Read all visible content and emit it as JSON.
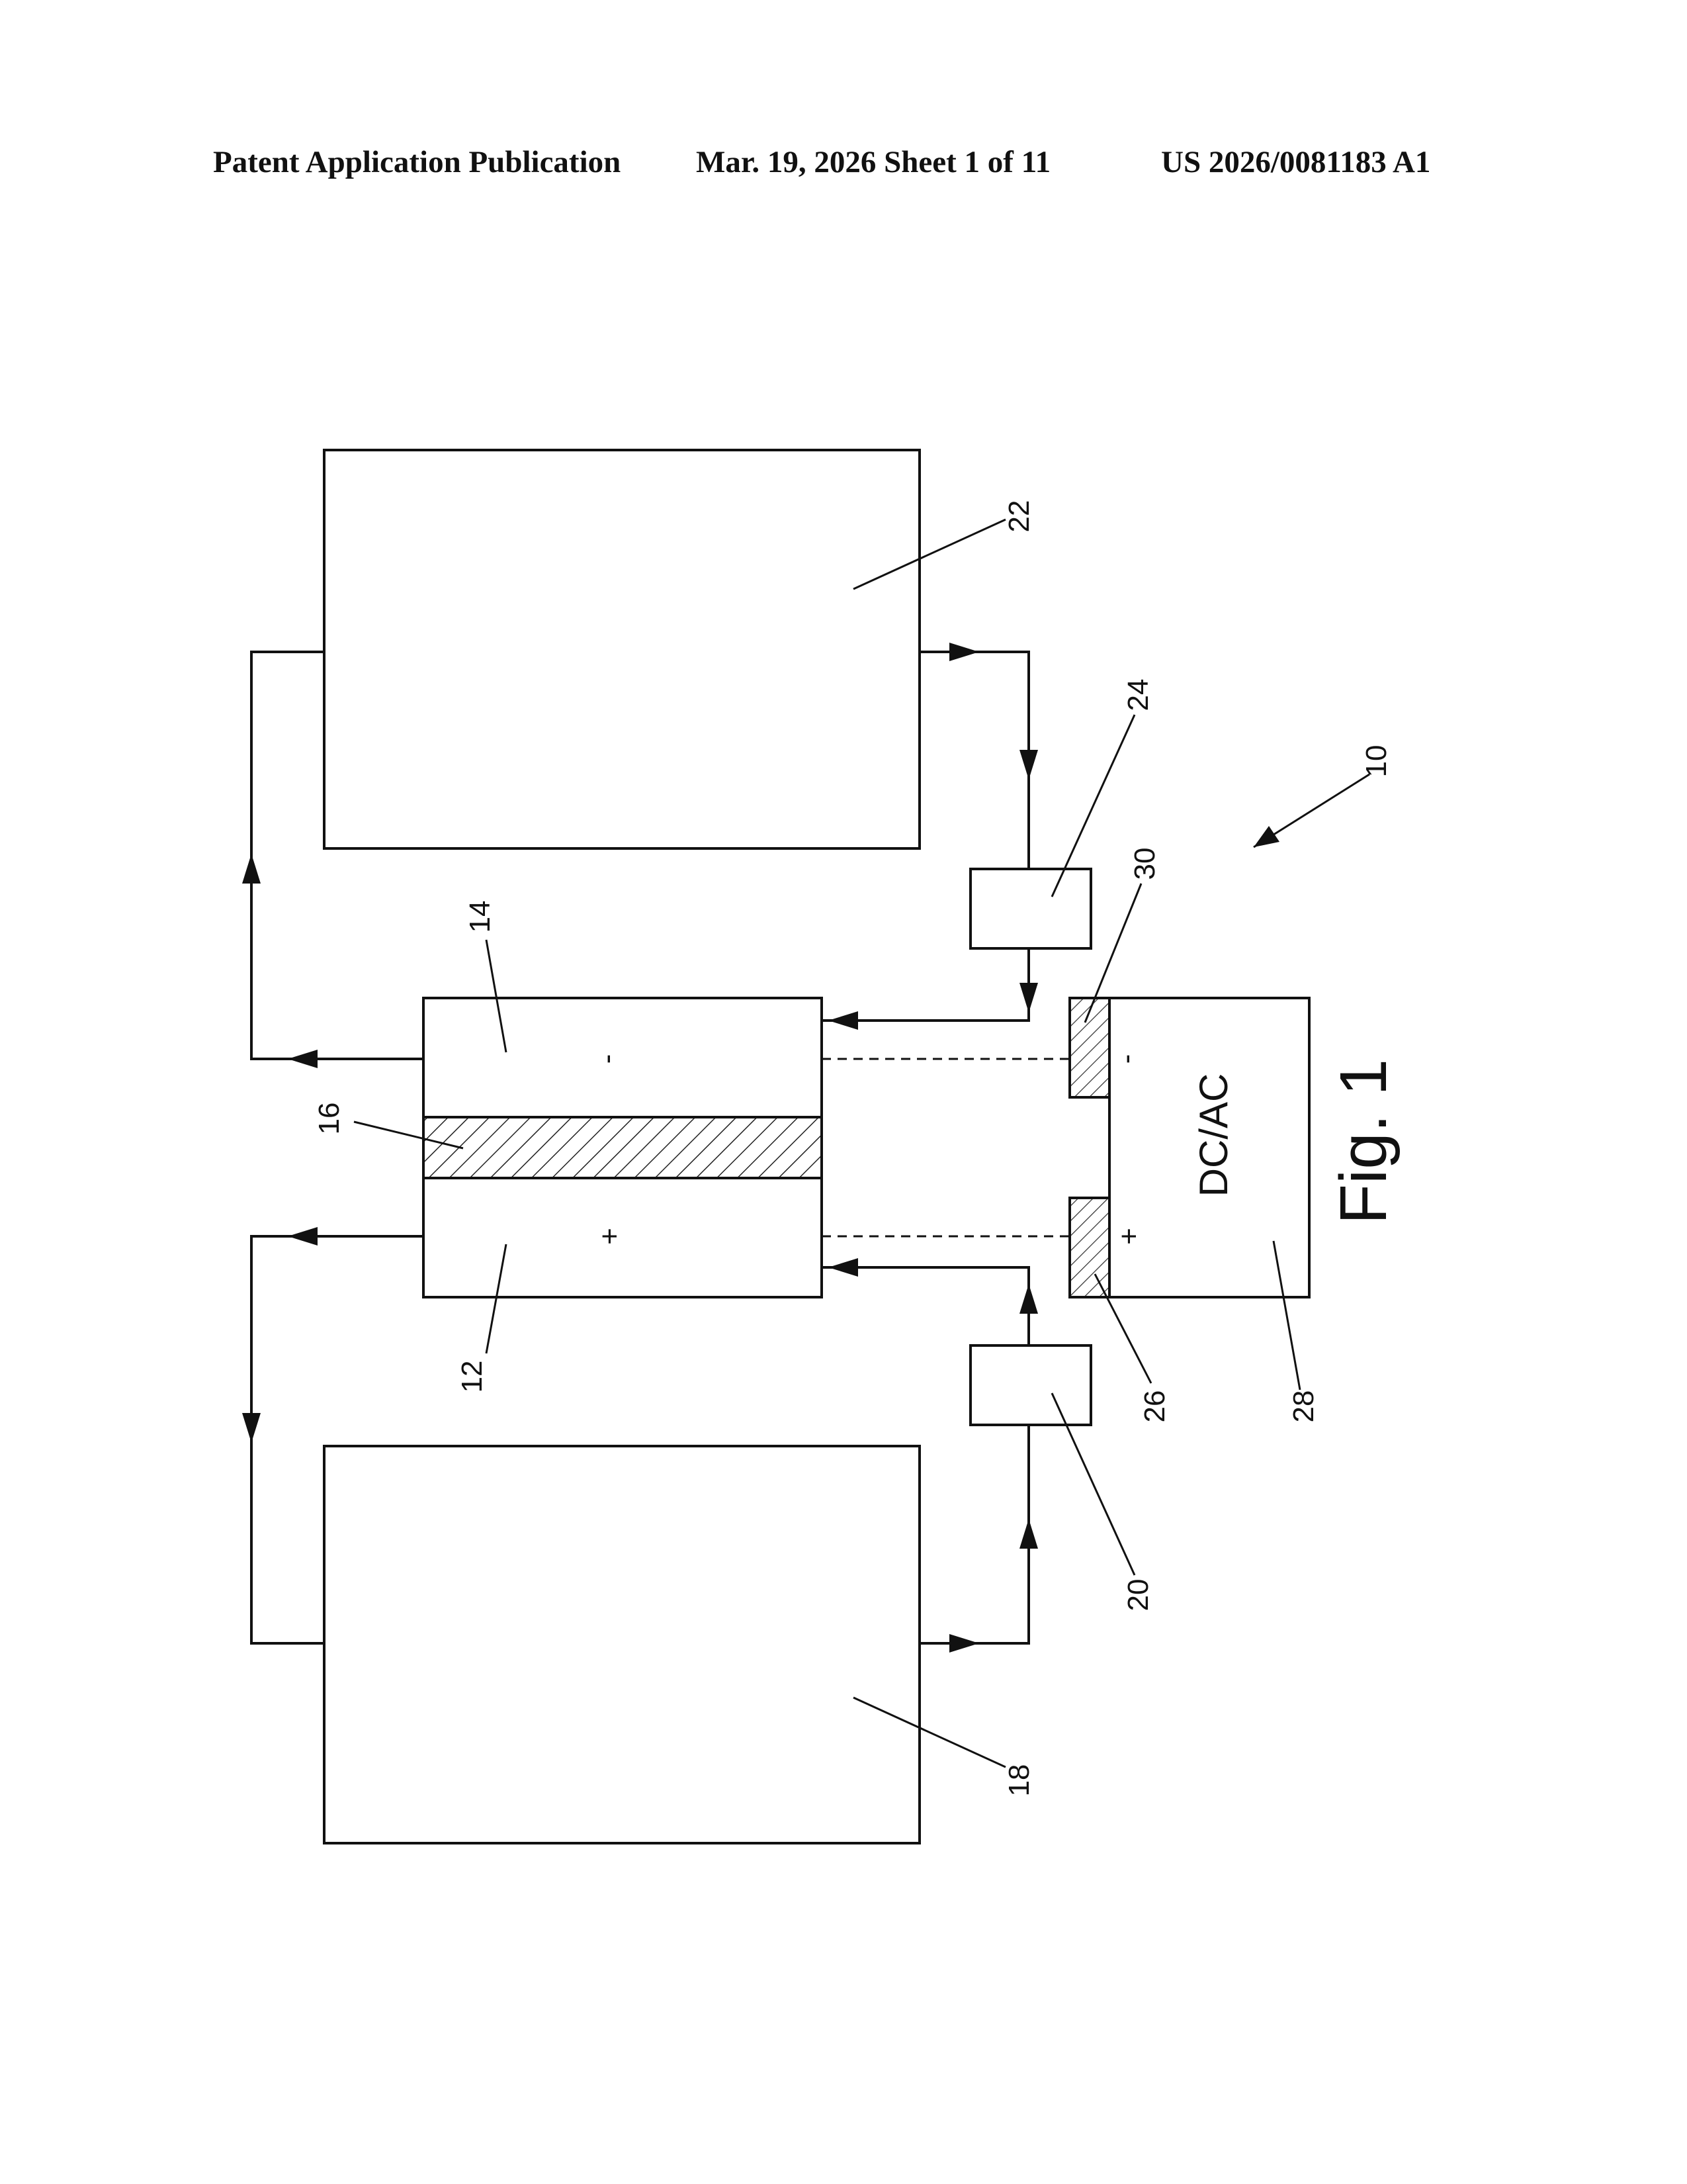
{
  "header": {
    "publication": "Patent Application Publication",
    "date_sheet": "Mar. 19, 2026  Sheet 1 of 11",
    "number": "US 2026/0081183 A1"
  },
  "figure": {
    "caption": "Fig. 1",
    "converter_text": "DC/AC",
    "signs": {
      "cell_negative": "-",
      "cell_positive": "+",
      "converter_negative": "-",
      "converter_positive": "+"
    },
    "refs": {
      "system": "10",
      "positive_half_cell": "12",
      "negative_half_cell": "14",
      "membrane": "16",
      "positive_tank": "18",
      "positive_pump": "20",
      "negative_tank": "22",
      "negative_pump": "24",
      "positive_terminal": "26",
      "converter": "28",
      "negative_terminal": "30"
    }
  }
}
